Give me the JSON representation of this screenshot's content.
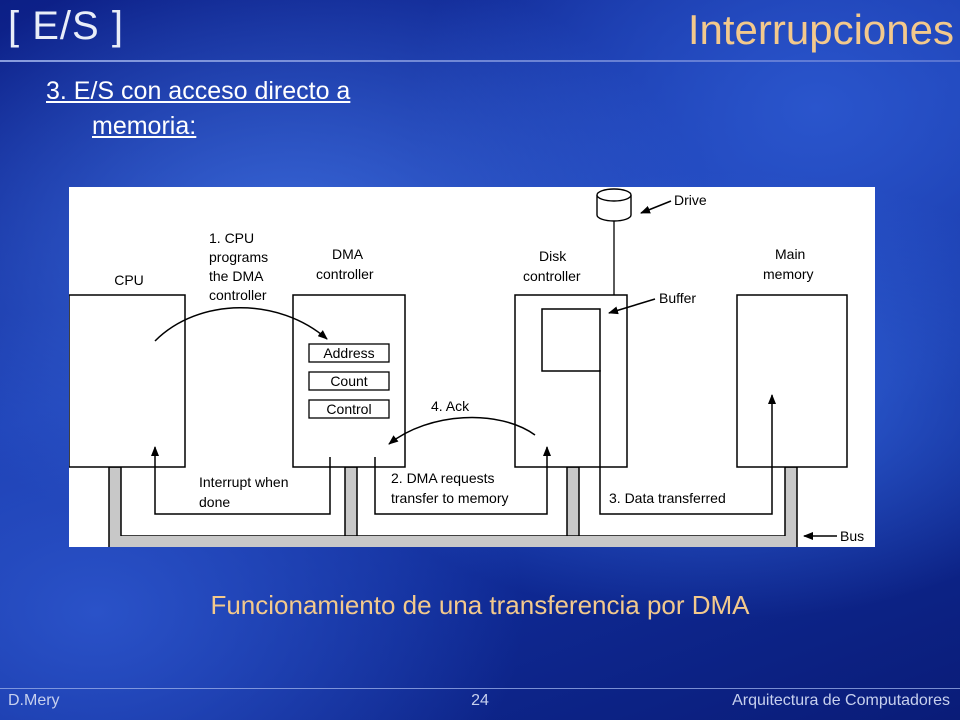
{
  "header": {
    "section_tag": "[ E/S ]",
    "title": "Interrupciones"
  },
  "bullet": {
    "line1": "3. E/S con acceso directo a",
    "line2": "memoria:"
  },
  "figure": {
    "cpu_label": "CPU",
    "dma_label_1": "DMA",
    "dma_label_2": "controller",
    "disk_label_1": "Disk",
    "disk_label_2": "controller",
    "memory_label_1": "Main",
    "memory_label_2": "memory",
    "registers": [
      "Address",
      "Count",
      "Control"
    ],
    "drive_label": "Drive",
    "buffer_label": "Buffer",
    "bus_label": "Bus",
    "step1": [
      "1. CPU",
      "programs",
      "the DMA",
      "controller"
    ],
    "step2": [
      "2. DMA requests",
      "transfer to memory"
    ],
    "step3": "3. Data transferred",
    "step4": "4. Ack",
    "interrupt": [
      "Interrupt when",
      "done"
    ]
  },
  "caption": "Funcionamiento de una transferencia por DMA",
  "footer": {
    "author": "D.Mery",
    "page": "24",
    "course": "Arquitectura de Computadores"
  }
}
